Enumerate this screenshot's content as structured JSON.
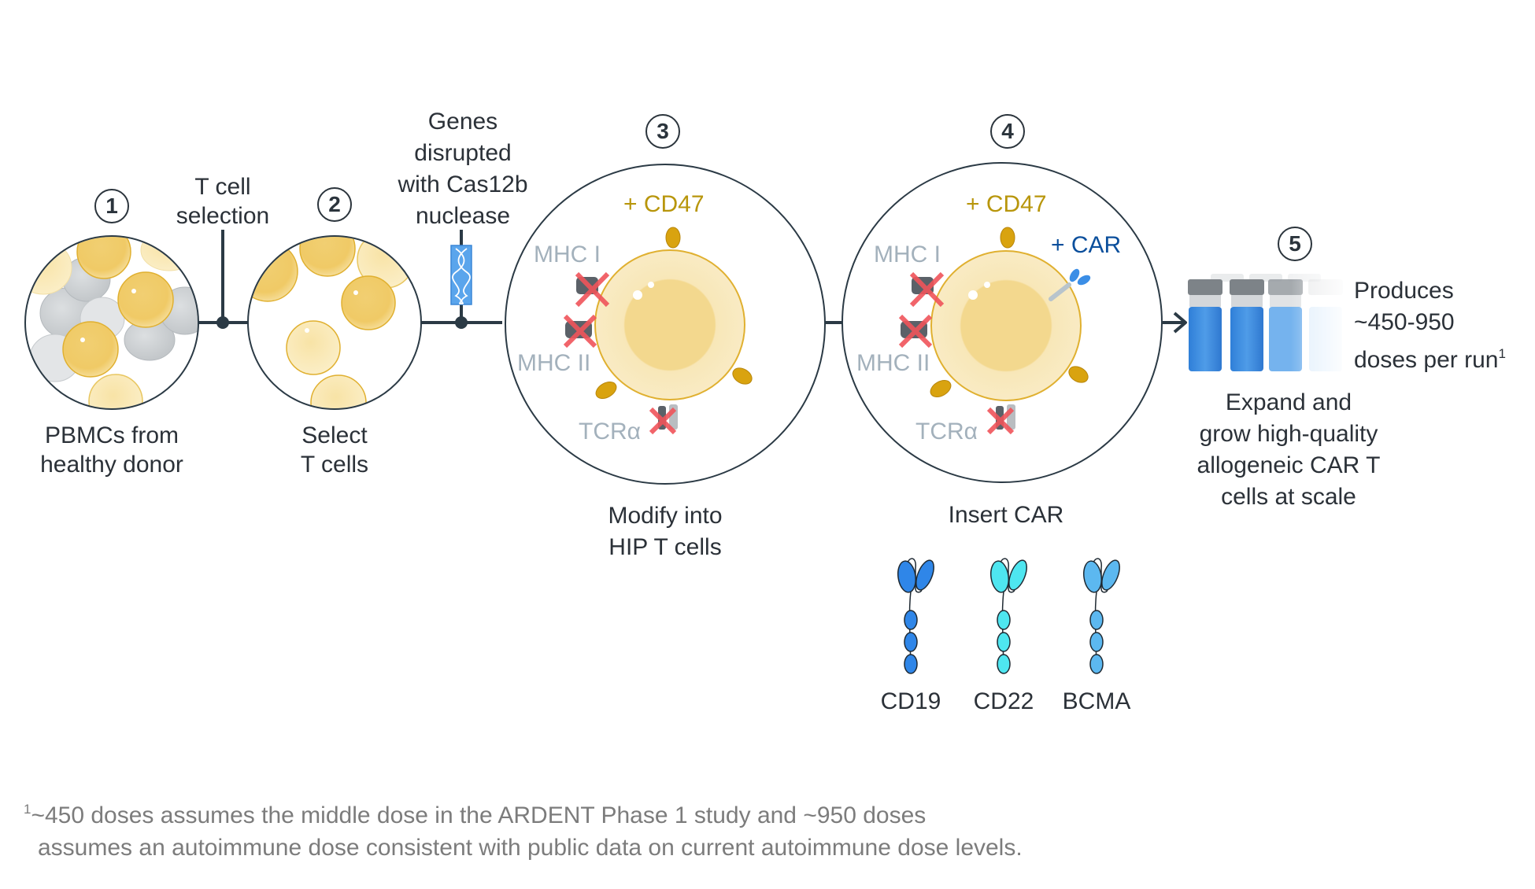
{
  "steps": [
    {
      "number": "1",
      "caption": [
        "PBMCs from",
        "healthy donor"
      ]
    },
    {
      "number": "2",
      "caption": [
        "Select",
        "T cells"
      ]
    },
    {
      "number": "3",
      "caption": [
        "Modify into",
        "HIP T cells"
      ]
    },
    {
      "number": "4",
      "caption": [
        "Insert CAR"
      ]
    },
    {
      "number": "5",
      "caption": [
        "Expand and",
        "grow high-quality",
        "allogeneic CAR T",
        "cells at scale"
      ]
    }
  ],
  "connectors": {
    "t_cell_selection": [
      "T cell",
      "selection"
    ],
    "gene_disruption": [
      "Genes",
      "disrupted",
      "with Cas12b",
      "nuclease"
    ]
  },
  "cell_labels": {
    "cd47": "+ CD47",
    "car": "+ CAR",
    "mhc1": "MHC I",
    "mhc2": "MHC II",
    "tcra": "TCRα"
  },
  "car_targets": [
    {
      "label": "CD19",
      "color": "#2f86e8"
    },
    {
      "label": "CD22",
      "color": "#4ee6f0"
    },
    {
      "label": "BCMA",
      "color": "#5cb8f0"
    }
  ],
  "output": {
    "lines": [
      "Produces",
      "~450-950",
      "doses per run"
    ],
    "footnote_marker": "1"
  },
  "footnote": {
    "marker": "1",
    "line1": "~450 doses assumes the middle dose in the ARDENT Phase 1 study and ~950 doses",
    "line2": "assumes an autoimmune dose consistent with public data on current autoimmune dose levels."
  },
  "colors": {
    "line": "#2b3a45",
    "cd47": "#b8960c",
    "car": "#0b4f9c",
    "knockout_x": "#f0545a",
    "muted_label": "#a3b1bc",
    "vial_liquid": "#3f8fe0"
  }
}
